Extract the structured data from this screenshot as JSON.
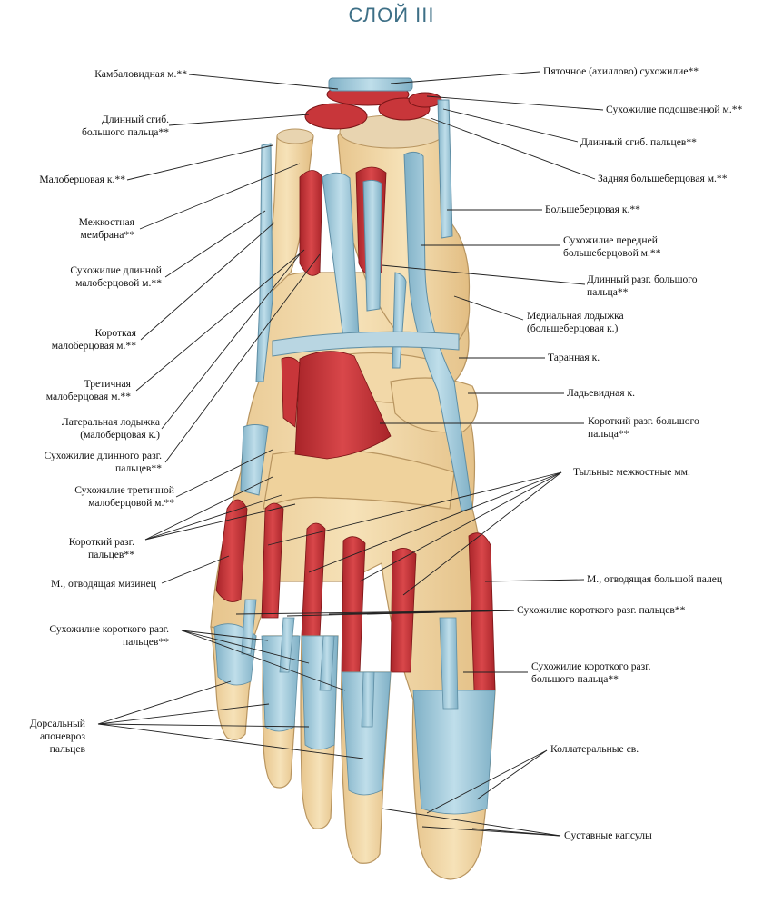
{
  "title": "СЛОЙ III",
  "colors": {
    "title": "#3d6f86",
    "bone": "#efd6a4",
    "muscle": "#c8363a",
    "tendon": "#9cc6d8",
    "leader": "#222222"
  },
  "labels_left": [
    "Камбаловидная м.**",
    "Длинный сгиб.\nбольшого пальца**",
    "Малоберцовая к.**",
    "Межкостная\nмембрана**",
    "Сухожилие длинной\nмалоберцовой м.**",
    "Короткая\nмалоберцовая м.**",
    "Третичная\nмалоберцовая м.**",
    "Латеральная лодыжка\n(малоберцовая к.)",
    "Сухожилие длинного разг.\nпальцев**",
    "Сухожилие третичной\nмалоберцовой м.**",
    "Короткий разг.\nпальцев**",
    "М., отводящая мизинец",
    "Сухожилие короткого разг.\nпальцев**",
    "Дорсальный\nапоневроз\nпальцев"
  ],
  "labels_right": [
    "Пяточное (ахиллово) сухожилие**",
    "Сухожилие подошвенной м.**",
    "Длинный сгиб. пальцев**",
    "Задняя большеберцовая м.**",
    "Большеберцовая к.**",
    "Сухожилие передней\nбольшеберцовой м.**",
    "Длинный разг. большого\nпальца**",
    "Медиальная лодыжка\n(большеберцовая к.)",
    "Таранная к.",
    "Ладьевидная к.",
    "Короткий разг. большого\nпальца**",
    "Тыльные межкостные мм.",
    "М., отводящая большой палец",
    "Сухожилие короткого разг. пальцев**",
    "Сухожилие короткого разг.\nбольшого пальца**",
    "Коллатеральные св.",
    "Суставные капсулы"
  ]
}
